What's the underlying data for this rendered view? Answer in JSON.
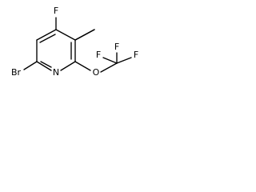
{
  "molecule": {
    "atoms": {
      "fluorine_ring": "F",
      "bromine": "Br",
      "nitrogen": "N",
      "oxygen": "O",
      "fluorine_cf3_top": "F",
      "fluorine_cf3_left": "F",
      "fluorine_cf3_right": "F"
    },
    "line_color": "#000000",
    "background_color": "#ffffff"
  }
}
